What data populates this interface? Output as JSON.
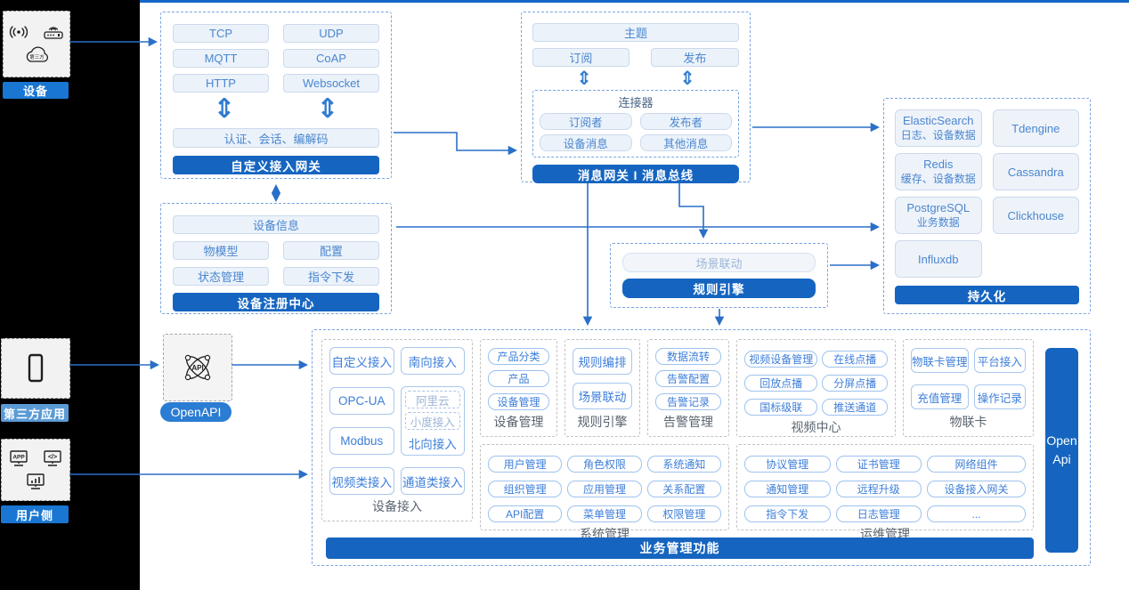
{
  "colors": {
    "accent_bar": "#1565c0",
    "arrow": "#2a6fc8",
    "pill_text": "#4a86cf",
    "dashed_border": "#7aa3e0",
    "device_label_bg": "#1976d2",
    "third_party_label_bg": "#5b9bd5",
    "user_label_bg": "#1976d2",
    "openapi_bg": "#2b7cd3"
  },
  "left_panel": {
    "device": {
      "label": "设备",
      "cloud_text": "第三方"
    },
    "third_party": {
      "label": "第三方应用"
    },
    "user_side": {
      "label": "用户侧"
    }
  },
  "gateway_box": {
    "protocols": [
      "TCP",
      "UDP",
      "MQTT",
      "CoAP",
      "HTTP",
      "Websocket"
    ],
    "auth_pill": "认证、会话、编解码",
    "title": "自定义接入网关"
  },
  "message_box": {
    "topic": "主题",
    "subscribe": "订阅",
    "publish": "发布",
    "connector_title": "连接器",
    "connector_pills": [
      "订阅者",
      "发布者",
      "设备消息",
      "其他消息"
    ],
    "title": "消息网关 I 消息总线"
  },
  "persistence_box": {
    "stores": [
      {
        "name": "ElasticSearch",
        "desc": "日志、设备数据"
      },
      {
        "name": "Tdengine",
        "desc": ""
      },
      {
        "name": "Redis",
        "desc": "缓存、设备数据"
      },
      {
        "name": "Cassandra",
        "desc": ""
      },
      {
        "name": "PostgreSQL",
        "desc": "业务数据"
      },
      {
        "name": "Clickhouse",
        "desc": ""
      },
      {
        "name": "Influxdb",
        "desc": ""
      }
    ],
    "title": "持久化"
  },
  "registry_box": {
    "wide_pill": "设备信息",
    "pills": [
      "物模型",
      "配置",
      "状态管理",
      "指令下发"
    ],
    "title": "设备注册中心"
  },
  "rule_box": {
    "pill": "场景联动",
    "title": "规则引擎"
  },
  "openapi": {
    "label": "OpenAPI"
  },
  "business_box": {
    "title": "业务管理功能",
    "open_api_bar": "Open Api",
    "device_access": {
      "label": "设备接入",
      "col1": [
        "自定义接入",
        "OPC-UA",
        "Modbus",
        "视频类接入"
      ],
      "col2_top": "南向接入",
      "nested_dashed": [
        "阿里云",
        "小度接入"
      ],
      "nested_label": "北向接入",
      "col2_bottom": "通道类接入"
    },
    "sections": [
      {
        "label": "设备管理",
        "pills": [
          "产品分类",
          "产品",
          "设备管理"
        ]
      },
      {
        "label": "规则引擎",
        "pills": [
          "规则编排",
          "场景联动"
        ]
      },
      {
        "label": "告警管理",
        "pills": [
          "数据流转",
          "告警配置",
          "告警记录"
        ]
      },
      {
        "label": "视频中心",
        "pills": [
          "视频设备管理",
          "在线点播",
          "回放点播",
          "分屏点播",
          "国标级联",
          "推送通道"
        ]
      },
      {
        "label": "物联卡",
        "pills": [
          "物联卡管理",
          "平台接入",
          "充值管理",
          "操作记录"
        ]
      },
      {
        "label": "系统管理",
        "pills": [
          "用户管理",
          "角色权限",
          "系统通知",
          "组织管理",
          "应用管理",
          "关系配置",
          "API配置",
          "菜单管理",
          "权限管理"
        ]
      },
      {
        "label": "运维管理",
        "pills": [
          "协议管理",
          "证书管理",
          "网络组件",
          "通知管理",
          "远程升级",
          "设备接入网关",
          "指令下发",
          "日志管理",
          "..."
        ]
      }
    ]
  }
}
